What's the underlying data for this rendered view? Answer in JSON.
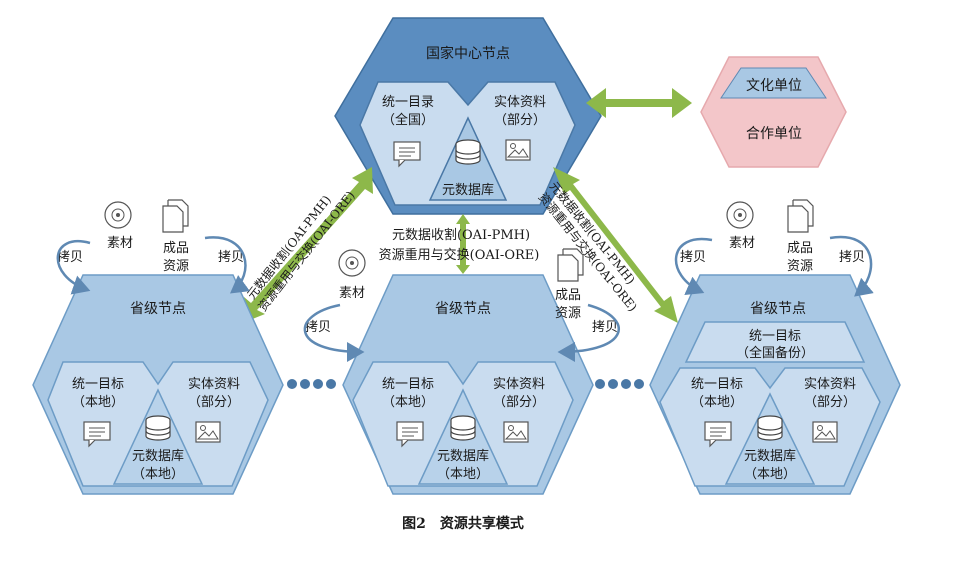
{
  "caption": "图2　资源共享模式",
  "central": {
    "title": "国家中心节点",
    "catalog_line1": "统一目录",
    "catalog_line2": "（全国）",
    "physical_line1": "实体资料",
    "physical_line2": "（部分）",
    "metadata": "元数据库"
  },
  "partners": {
    "culture": "文化单位",
    "coop": "合作单位"
  },
  "provincial": {
    "title": "省级节点",
    "catalog_line1": "统一目标",
    "catalog_line2": "（本地）",
    "physical_line1": "实体资料",
    "physical_line2": "（部分）",
    "metadata_line1": "元数据库",
    "metadata_line2": "（本地）",
    "backup_line1": "统一目标",
    "backup_line2": "（全国备份）"
  },
  "labels": {
    "material": "素材",
    "product_line1": "成品",
    "product_line2": "资源",
    "copy": "拷贝",
    "harvest": "元数据收割(OAI-PMH)",
    "reuse": "资源重用与交换(OAI-ORE)"
  },
  "colors": {
    "central_fill": "#5b8dc0",
    "province_fill": "#a9c8e4",
    "inner_fill": "#c9dcef",
    "arrow_green": "#8db84a",
    "partner_pink": "#f3c6c9",
    "partner_blue": "#a9c8e4"
  }
}
